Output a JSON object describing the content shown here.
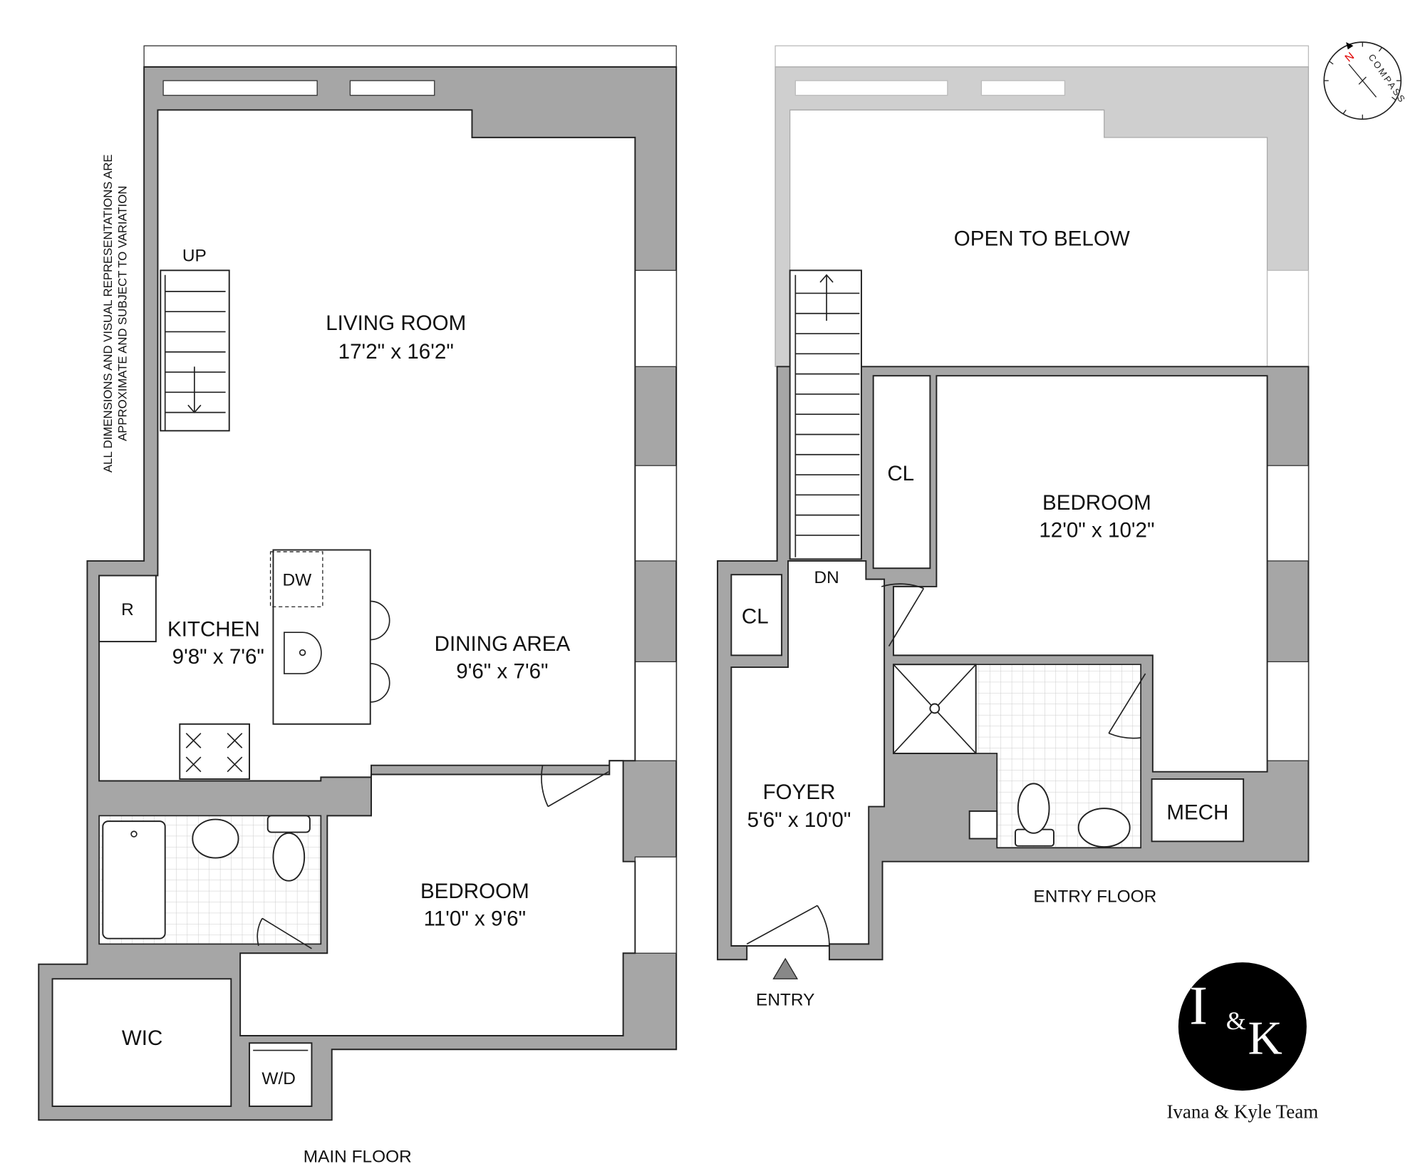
{
  "main_floor": {
    "label": "MAIN FLOOR",
    "living_room": {
      "name": "LIVING ROOM",
      "dims": "17'2\" x 16'2\""
    },
    "kitchen": {
      "name": "KITCHEN",
      "dims": "9'8\" x 7'6\""
    },
    "dining": {
      "name": "DINING AREA",
      "dims": "9'6\" x 7'6\""
    },
    "bedroom": {
      "name": "BEDROOM",
      "dims": "11'0\" x 9'6\""
    },
    "wic": "WIC",
    "wd": "W/D",
    "dw": "DW",
    "fridge": "R",
    "stairs": "UP"
  },
  "entry_floor": {
    "label": "ENTRY FLOOR",
    "open_to_below": "OPEN TO BELOW",
    "bedroom": {
      "name": "BEDROOM",
      "dims": "12'0\" x 10'2\""
    },
    "foyer": {
      "name": "FOYER",
      "dims": "5'6\" x 10'0\""
    },
    "closet_1": "CL",
    "closet_2": "CL",
    "mech": "MECH",
    "stairs": "DN",
    "entry": "ENTRY"
  },
  "disclaimer": [
    "ALL DIMENSIONS AND VISUAL REPRESENTATIONS ARE",
    "APPROXIMATE AND SUBJECT TO VARIATION"
  ],
  "compass": {
    "north": "N",
    "label": "COMPASS",
    "icon": "compass-icon",
    "north_color": "#e00000"
  },
  "branding": {
    "logo_text": "I&K",
    "team_name": "Ivana & Kyle Team"
  },
  "colors": {
    "wall": "#a6a6a6",
    "open_wall": "#cfcfcf"
  }
}
